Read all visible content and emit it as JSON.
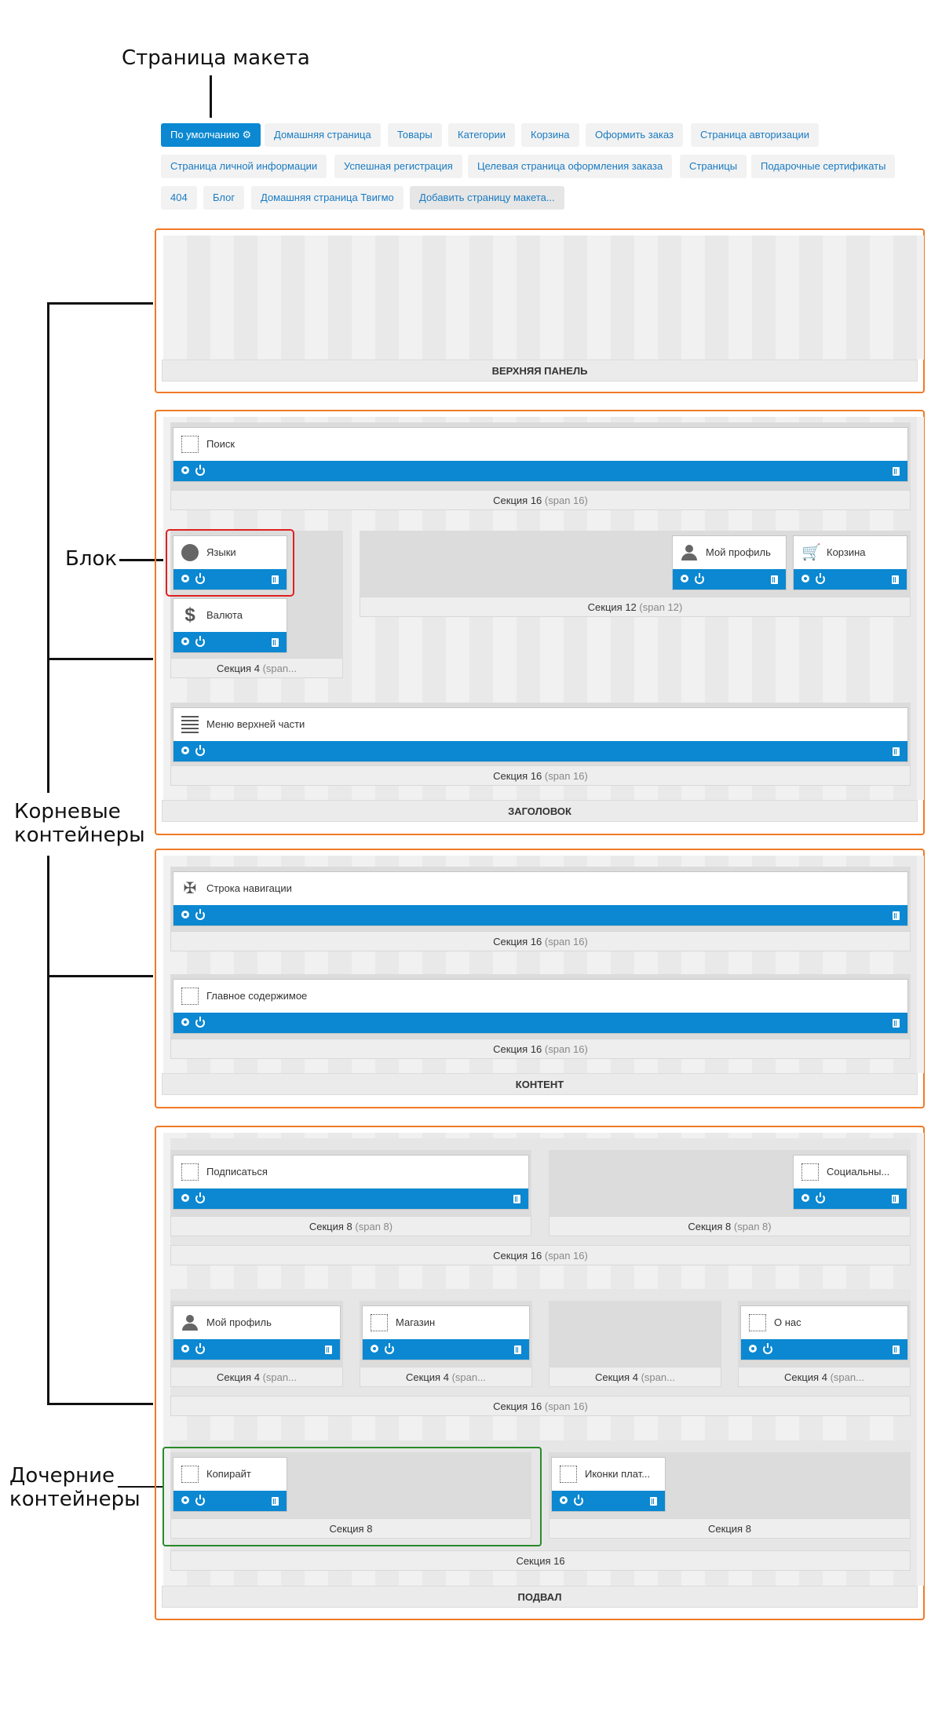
{
  "annotations": {
    "layout_page": "Страница макета",
    "block": "Блок",
    "root_containers_line1": "Корневые",
    "root_containers_line2": "контейнеры",
    "child_containers_line1": "Дочерние",
    "child_containers_line2": "контейнеры"
  },
  "tabs": [
    "По умолчанию",
    "Домашняя страница",
    "Товары",
    "Категории",
    "Корзина",
    "Оформить заказ",
    "Страница авторизации",
    "Страница личной информации",
    "Успешная регистрация",
    "Целевая страница оформления заказа",
    "Страницы",
    "Подарочные сертификаты",
    "404",
    "Блог",
    "Домашняя страница Твигмо",
    "Добавить страницу макета..."
  ],
  "roots": {
    "top_panel": "ВЕРХНЯЯ ПАНЕЛЬ",
    "header": "ЗАГОЛОВОК",
    "content": "КОНТЕНТ",
    "footer": "ПОДВАЛ"
  },
  "blocks": {
    "search": "Поиск",
    "languages": "Языки",
    "currency": "Валюта",
    "my_profile": "Мой профиль",
    "cart": "Корзина",
    "top_menu": "Меню верхней части",
    "breadcrumbs": "Строка навигации",
    "main_content": "Главное содержимое",
    "subscribe": "Подписаться",
    "social": "Социальны...",
    "footer_profile": "Мой профиль",
    "shop": "Магазин",
    "about": "О нас",
    "copyright": "Копирайт",
    "payment_icons": "Иконки плат..."
  },
  "sections": {
    "s16": "Секция 16",
    "s16_span": "(span 16)",
    "s12": "Секция 12",
    "s12_span": "(span 12)",
    "s8": "Секция 8",
    "s8_span": "(span 8)",
    "s4": "Секция 4",
    "s4_span": "(span..."
  }
}
